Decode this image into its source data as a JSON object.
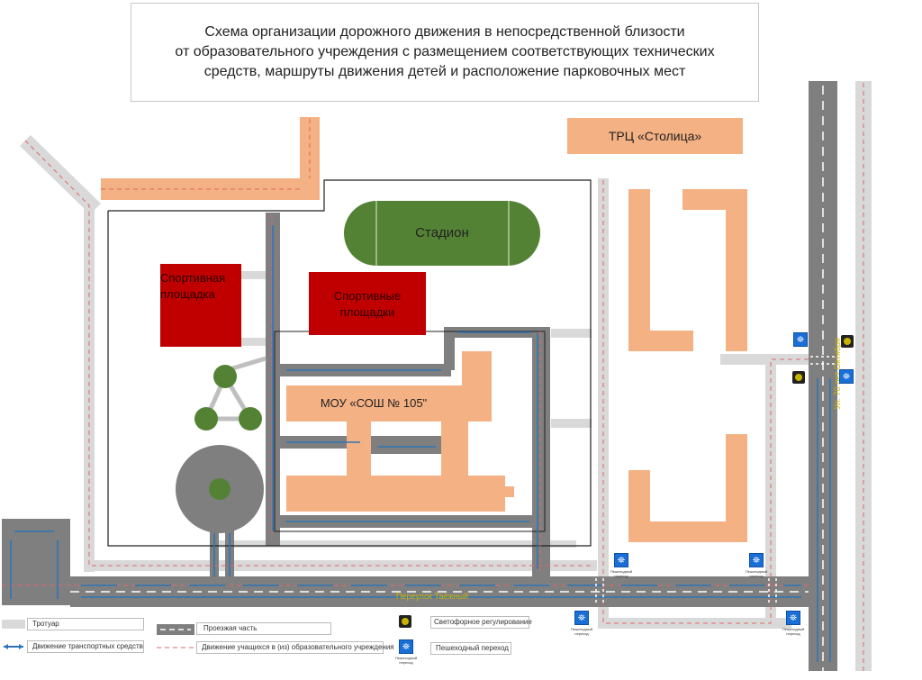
{
  "title": {
    "line1": "Схема организации дорожного движения в непосредственной близости",
    "line2": "от образовательного учреждения с размещением соответствующих технических",
    "line3": "средств, маршруты движения детей и расположение парковочных мест"
  },
  "labels": {
    "mall": "ТРЦ «Столица»",
    "stadium": "Стадион",
    "sport_area_1": "Спортивная площадка",
    "sport_area_2": "Спортивные площадки",
    "school": "МОУ «СОШ № 105\"",
    "street_bottom": "Переулок Таёжный",
    "street_right": "Ул. 70 лет Октября"
  },
  "legend": {
    "sidewalk": "Тротуар",
    "carriageway": "Проезжая часть",
    "traffic_light": "Светофорное регулирование",
    "vehicle_flow": "Движение транспортных средств",
    "student_flow": "Движение учащихся в (из) образовательного учреждения",
    "crossing": "Пешеходный переход"
  },
  "sign_caption": "Пешеходный переход",
  "colors": {
    "building": "#f4b183",
    "sport_red": "#c00000",
    "stadium_green": "#548235",
    "road": "#808080",
    "sidewalk": "#d9d9d9",
    "vehicle_arrow": "#2e75b6",
    "student_path": "#e06666",
    "crossing_sign": "#1a6fd6"
  }
}
